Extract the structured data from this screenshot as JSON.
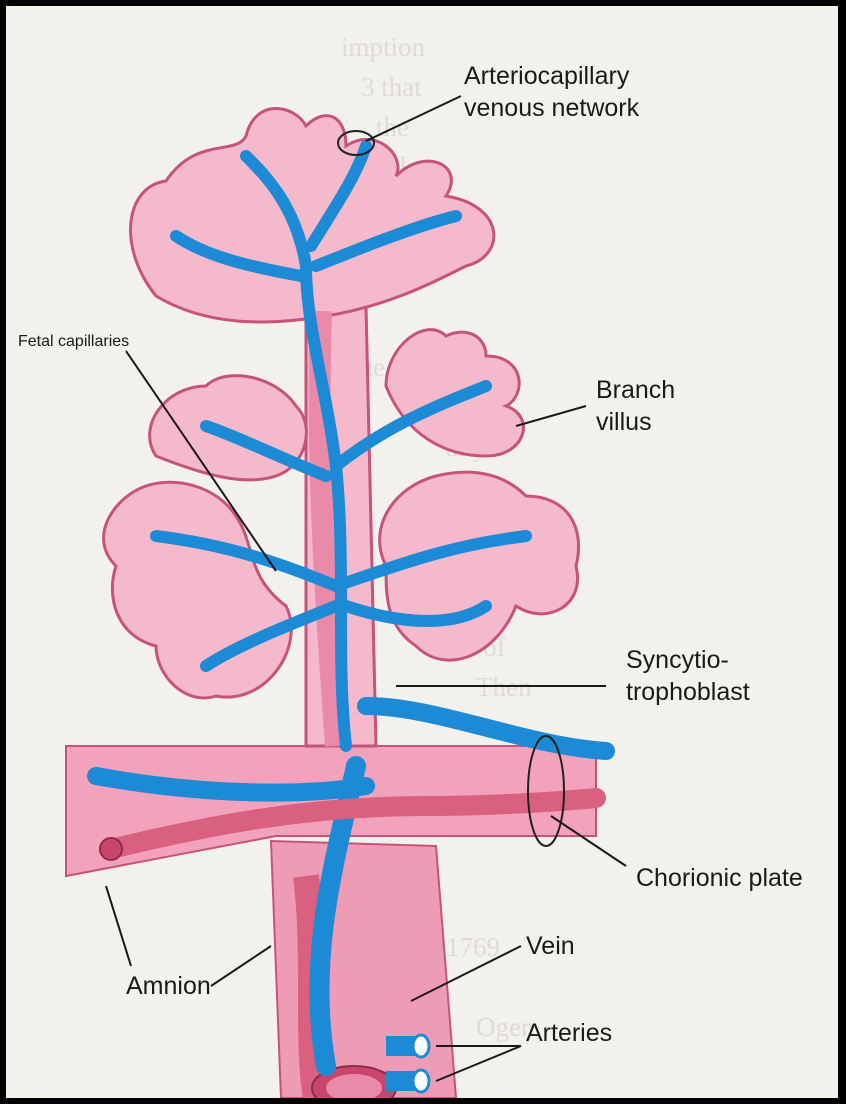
{
  "labels": {
    "arteriocapillary_line1": "Arteriocapillary",
    "arteriocapillary_line2": "venous network",
    "fetal_capillaries": "Fetal capillaries",
    "branch_line1": "Branch",
    "branch_line2": "villus",
    "syncytio_line1": "Syncytio-",
    "syncytio_line2": "trophoblast",
    "chorionic_plate": "Chorionic plate",
    "amnion": "Amnion",
    "vein": "Vein",
    "arteries": "Arteries"
  },
  "colors": {
    "villus_fill": "#f4b9cb",
    "villus_outline": "#c5537b",
    "core_pink": "#e88aa8",
    "vessel_blue": "#1d8ad6",
    "artery_red": "#d9607f",
    "plate_fill": "#f2a3bb"
  }
}
